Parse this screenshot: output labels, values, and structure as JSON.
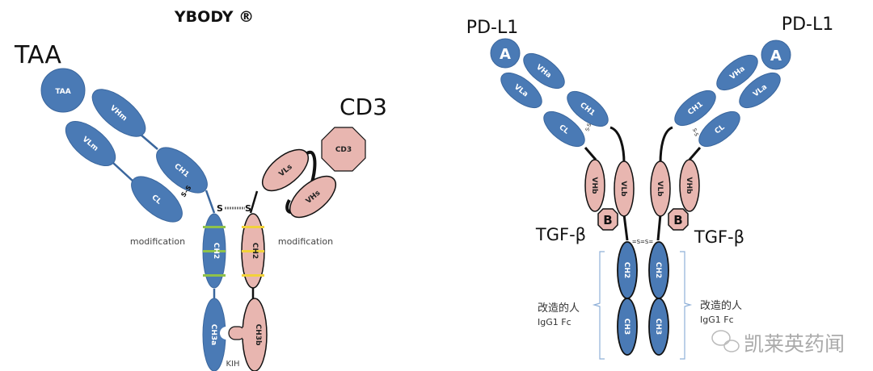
{
  "colors": {
    "blue": "#4a7ab5",
    "blue_stroke": "#3a669d",
    "pink": "#e8b6b0",
    "outline": "#111111",
    "yellow": "#f2d23a",
    "green": "#8fc24a",
    "bracket": "#8fb0d8"
  },
  "ybody": {
    "title": "YBODY ®",
    "taa_label": "TAA",
    "cd3_label": "CD3",
    "domains": {
      "taa": "TAA",
      "vhm": "VHm",
      "vlm": "VLm",
      "ch1": "CH1",
      "cl": "CL",
      "ch2_left": "CH2",
      "ch2_right": "CH2",
      "ch3a": "CH3a",
      "ch3b": "CH3b",
      "vls": "VLs",
      "vhs": "VHs",
      "cd3": "CD3"
    },
    "ss_small": "S–S",
    "hinge_left": "S",
    "hinge_right": "S",
    "modification_left": "modification",
    "modification_right": "modification",
    "kih": "KIH"
  },
  "bifunctional": {
    "pdl1_left": "PD-L1",
    "pdl1_right": "PD-L1",
    "antigen_a": "A",
    "antigen_b": "B",
    "tgf_left": "TGF-β",
    "tgf_right": "TGF-β",
    "domains": {
      "vha": "VHa",
      "vla": "VLa",
      "ch1": "CH1",
      "cl": "CL",
      "vhb": "VHb",
      "vlb": "VLb",
      "ch2": "CH2",
      "ch3": "CH3"
    },
    "ss_small": "S-S",
    "hinge": "=S=S=",
    "fc_label_line1": "改造的人",
    "fc_label_line2": "IgG1 Fc"
  },
  "watermark": {
    "icon": "wechat-icon",
    "text": "凯莱英药闻"
  }
}
